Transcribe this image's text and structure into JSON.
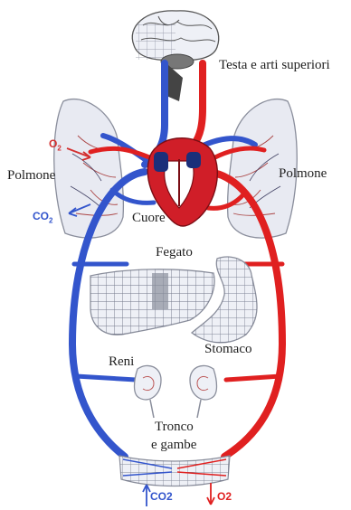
{
  "labels": {
    "head": "Testa e arti superiori",
    "lung_left": "Polmone",
    "lung_right": "Polmone",
    "heart": "Cuore",
    "liver": "Fegato",
    "stomach": "Stomaco",
    "kidneys": "Reni",
    "trunk_line1": "Tronco",
    "trunk_line2": "e gambe"
  },
  "gases": {
    "lung_in_main": "O",
    "lung_in_sub": "2",
    "lung_out_main": "CO",
    "lung_out_sub": "2",
    "bottom_in": "CO2",
    "bottom_out": "O2"
  },
  "colors": {
    "oxygenated": "#e02020",
    "deoxygenated": "#3355cc",
    "organ_fill": "#eef0f6",
    "organ_outline": "#8a8e9c",
    "text": "#1f1f1f"
  }
}
